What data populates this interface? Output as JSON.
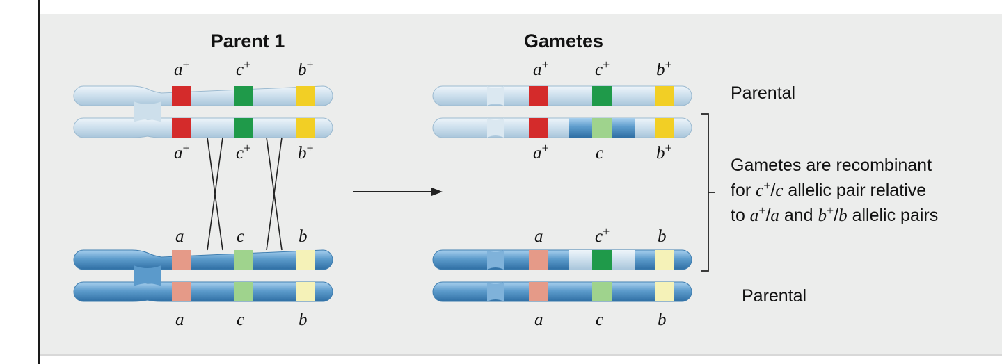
{
  "headings": {
    "left": "Parent 1",
    "right": "Gametes"
  },
  "alleles": {
    "a_plus": "a",
    "c_plus": "c",
    "b_plus": "b",
    "plus": "+",
    "a": "a",
    "c": "c",
    "b": "b"
  },
  "labels": {
    "parental_top": "Parental",
    "parental_bottom": "Parental",
    "recombinant_line1": "Gametes are recombinant",
    "recombinant_line2_a": "for ",
    "recombinant_line2_it1": "c",
    "recombinant_line2_sup": "+",
    "recombinant_line2_b": "/",
    "recombinant_line2_it2": "c",
    "recombinant_line2_c": " allelic pair relative",
    "recombinant_line3_a": "to ",
    "recombinant_line3_it1": "a",
    "recombinant_line3_sup1": "+",
    "recombinant_line3_b": "/",
    "recombinant_line3_it2": "a",
    "recombinant_line3_c": " and ",
    "recombinant_line3_it3": "b",
    "recombinant_line3_sup2": "+",
    "recombinant_line3_d": "/",
    "recombinant_line3_it4": "b",
    "recombinant_line3_e": " allelic pairs"
  },
  "colors": {
    "light_chromatid": "#c6d9e6",
    "dark_chromatid": "#5b9acb",
    "a_plus": "#d42b2b",
    "c_plus": "#1f9a4a",
    "b_plus": "#f2cf25",
    "a": "#e59a88",
    "c": "#9fd38d",
    "b": "#f5f2b8"
  }
}
